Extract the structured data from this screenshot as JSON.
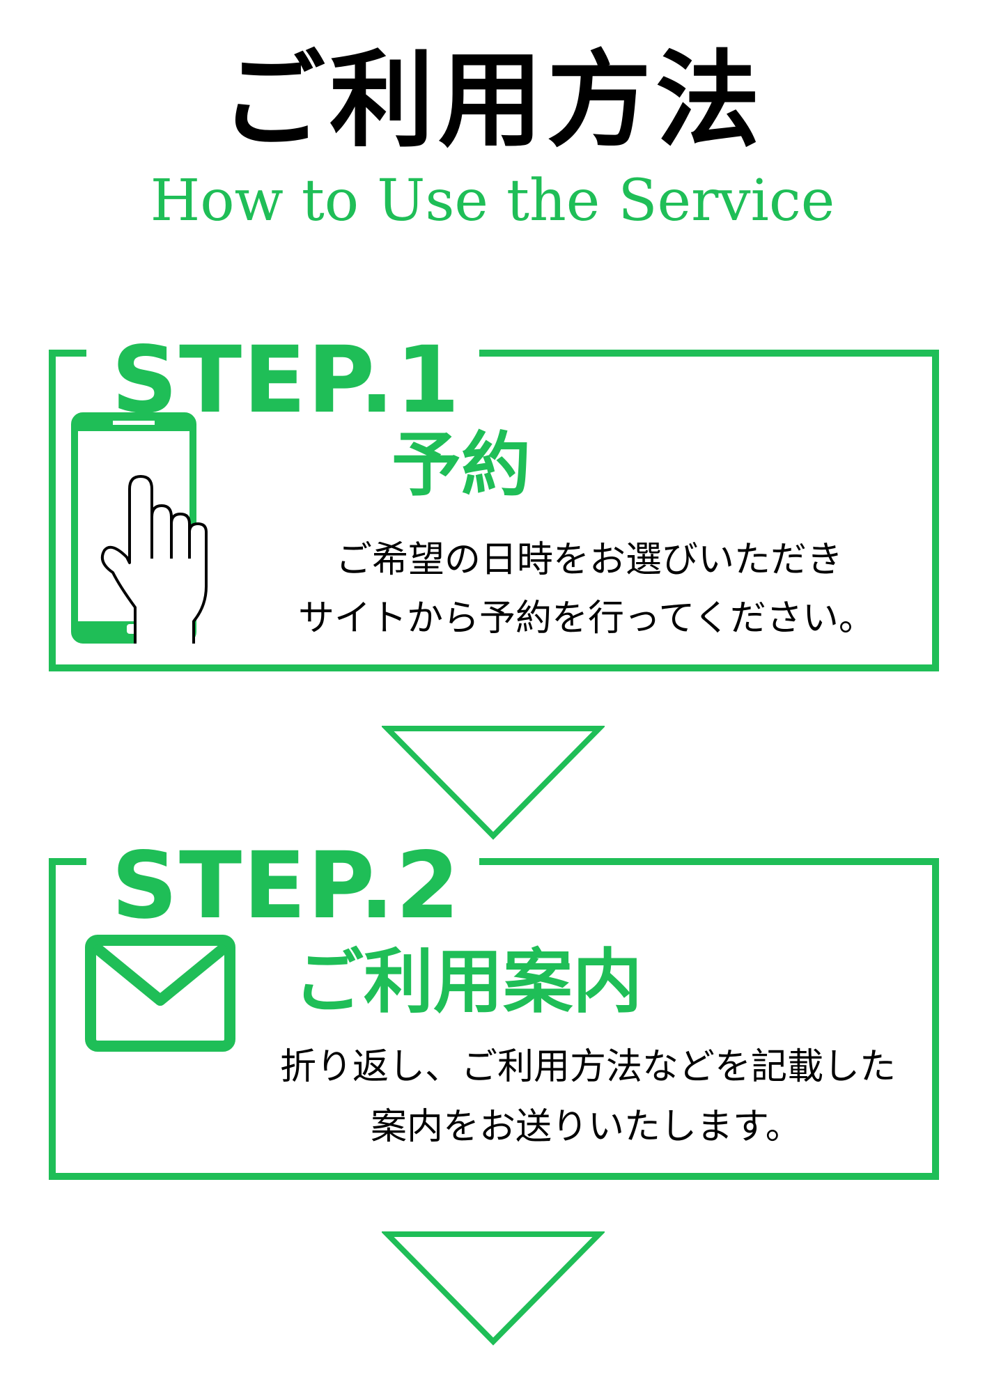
{
  "header": {
    "title": "ご利用方法",
    "subtitle": "How to Use the Service"
  },
  "steps": [
    {
      "label": "STEP.1",
      "heading": "予約",
      "lines": [
        "ご希望の日時をお選びいただき",
        "サイトから予約を行ってください。"
      ],
      "icon": "smartphone-tap-icon"
    },
    {
      "label": "STEP.2",
      "heading": "ご利用案内",
      "lines": [
        "折り返し、ご利用方法などを記載した",
        "案内をお送りいたします。"
      ],
      "icon": "envelope-icon"
    }
  ],
  "colors": {
    "accent": "#1fbe57",
    "text": "#000000",
    "background": "#ffffff"
  }
}
